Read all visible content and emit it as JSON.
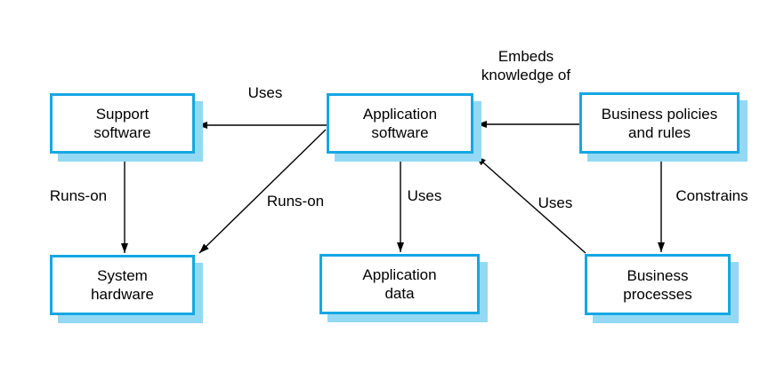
{
  "diagram": {
    "type": "dependency-diagram",
    "colors": {
      "box_border": "#14a7e3",
      "box_shadow": "#93d9f3",
      "box_fill": "#ffffff",
      "arrow": "#000000",
      "text": "#000000",
      "background": "#ffffff"
    },
    "nodes": [
      {
        "id": "support-software",
        "label": "Support\nsoftware"
      },
      {
        "id": "application-software",
        "label": "Application\nsoftware"
      },
      {
        "id": "business-policies",
        "label": "Business policies\nand rules"
      },
      {
        "id": "system-hardware",
        "label": "System\nhardware"
      },
      {
        "id": "application-data",
        "label": "Application\ndata"
      },
      {
        "id": "business-processes",
        "label": "Business\nprocesses"
      }
    ],
    "edges": [
      {
        "label": "Uses",
        "from": "application-software",
        "to": "support-software"
      },
      {
        "label": "Embeds\nknowledge of",
        "from": "business-policies",
        "to": "application-software"
      },
      {
        "label": "Runs-on",
        "from": "support-software",
        "to": "system-hardware"
      },
      {
        "label": "Runs-on",
        "from": "application-software",
        "to": "system-hardware"
      },
      {
        "label": "Uses",
        "from": "application-software",
        "to": "application-data"
      },
      {
        "label": "Uses",
        "from": "business-processes",
        "to": "application-software"
      },
      {
        "label": "Constrains",
        "from": "business-policies",
        "to": "business-processes"
      }
    ]
  }
}
